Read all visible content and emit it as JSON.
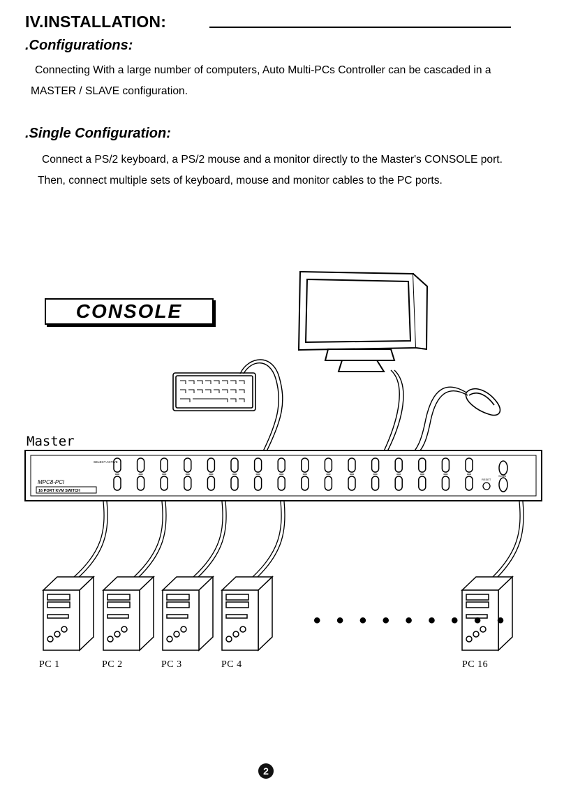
{
  "section_title": "IV.INSTALLATION:",
  "configurations": {
    "heading": ".Configurations:",
    "body": "Connecting With a large number of computers, Auto Multi-PCs Controller can be cascaded in a MASTER / SLAVE configuration."
  },
  "single_configuration": {
    "heading": ".Single Configuration:",
    "body": "Connect a PS/2 keyboard, a PS/2 mouse and a monitor directly to the Master's CONSOLE port. Then, connect multiple sets of keyboard, mouse and monitor cables to the PC ports."
  },
  "diagram": {
    "console_label": "CONSOLE",
    "master_label": "Master",
    "device_text": {
      "select_active": "SELECT ACTIVE",
      "brand": "MPC8-PCI",
      "model": "16 PORT KVM SWITCH",
      "reset": "RESET",
      "scan": "SCAN"
    },
    "pc_labels": [
      "PC  1",
      "PC  2",
      "PC  3",
      "PC  4",
      "PC 16"
    ],
    "ellipsis": "• • • • • • • • •"
  },
  "page_number": "2"
}
